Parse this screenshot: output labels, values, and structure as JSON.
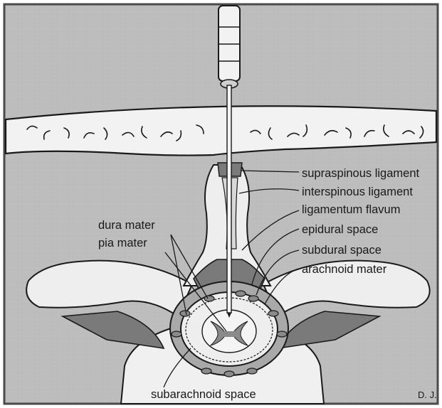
{
  "labels": {
    "supraspinous": "supraspinous ligament",
    "interspinous": "interspinous ligament",
    "ligamentum_flavum": "ligamentum flavum",
    "epidural": "epidural space",
    "subdural": "subdural space",
    "arachnoid": "arachnoid mater",
    "dura": "dura mater",
    "pia": "pia mater",
    "subarachnoid": "subarachnoid space"
  },
  "credit": "D. J.",
  "colors": {
    "background": "#bdbdbd",
    "frame": "#4a4a4a",
    "light_tissue": "#eeeeee",
    "dark_tissue": "#7a7a7a",
    "mid_tissue": "#a9a9a9",
    "ink": "#1a1a1a"
  }
}
